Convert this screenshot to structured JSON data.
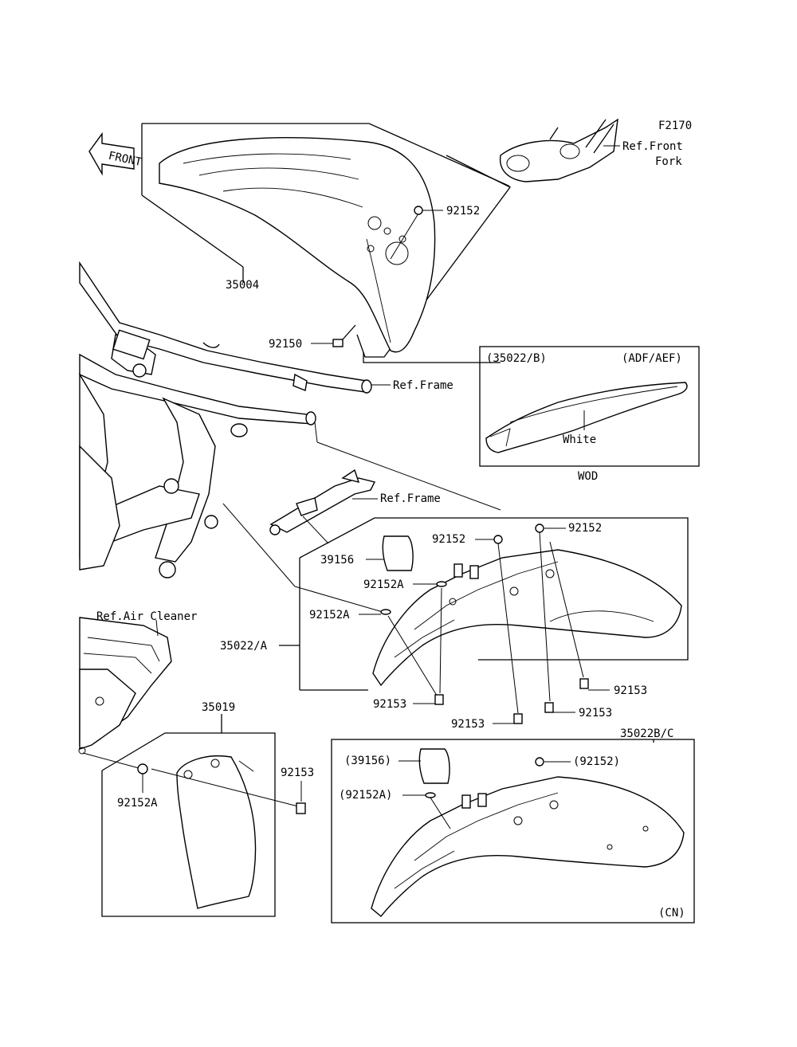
{
  "diagram": {
    "figure_code": "F2170",
    "front_arrow": "FRONT",
    "labels": {
      "ref_front_fork": "Ref.Front",
      "ref_front_fork_2": "Fork",
      "p92152_top": "92152",
      "p35004": "35004",
      "p92150": "92150",
      "ref_frame_1": "Ref.Frame",
      "ref_frame_2": "Ref.Frame",
      "inset_code": "(35022/B)",
      "inset_market": "(ADF/AEF)",
      "inset_color": "White",
      "inset_caption": "WOD",
      "p92152_a": "92152",
      "p92152_b": "92152",
      "p39156": "39156",
      "p92152A_1": "92152A",
      "p92152A_2": "92152A",
      "p35022A": "35022/A",
      "ref_air_cleaner": "Ref.Air Cleaner",
      "p92153_1": "92153",
      "p92153_2": "92153",
      "p92153_3": "92153",
      "p92153_4": "92153",
      "p35019": "35019",
      "p92153_5": "92153",
      "p92152A_3": "92152A",
      "p35022BC": "35022B/C",
      "p39156_paren": "(39156)",
      "p92152_paren": "(92152)",
      "p92152A_paren": "(92152A)",
      "cn": "(CN)"
    }
  }
}
